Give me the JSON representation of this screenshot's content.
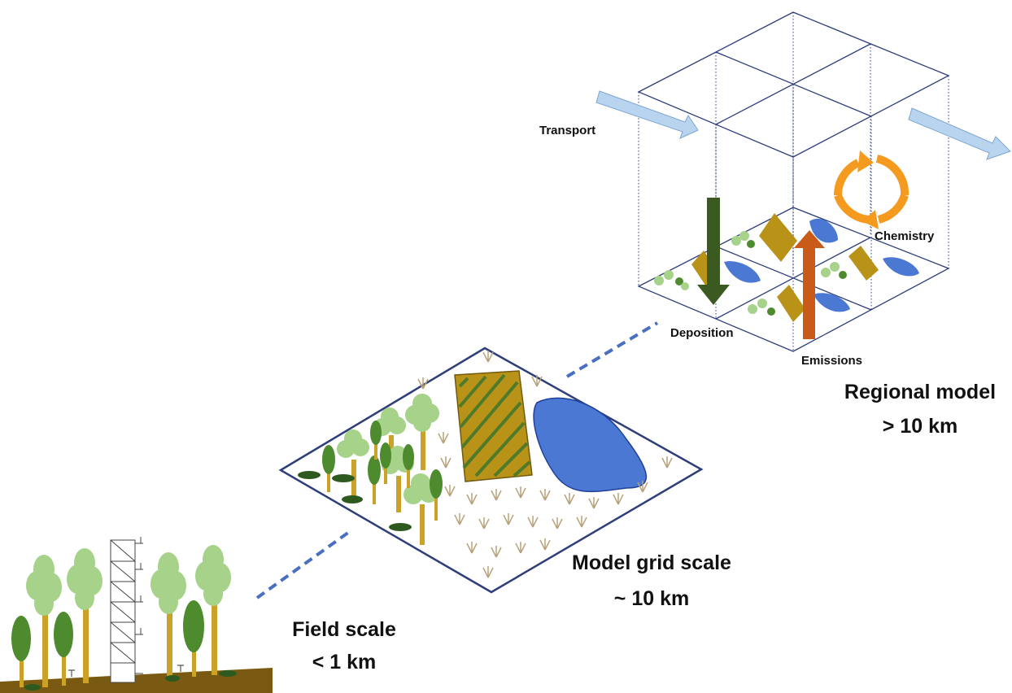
{
  "labels": {
    "transport": "Transport",
    "chemistry": "Chemistry",
    "deposition": "Deposition",
    "emissions": "Emissions",
    "regional_title": "Regional model",
    "regional_size": "> 10 km",
    "grid_title": "Model grid scale",
    "grid_size": "~ 10 km",
    "field_title": "Field scale",
    "field_size": "< 1 km"
  },
  "colors": {
    "grid_line": "#2e3e7a",
    "dash": "#4a6fc2",
    "transport_arrow": "#b9d4ee",
    "chemistry_arrow": "#f39a1f",
    "deposition_arrow": "#3b5a22",
    "emission_arrow": "#c95a17",
    "lake": "#4a78d2",
    "field": "#b99318",
    "field_stripe": "#4f7a2a",
    "tree_light": "#a6d28a",
    "tree_dark": "#4e8a2e",
    "trunk": "#c9a227",
    "soil": "#7a5a12",
    "grass": "#b8a27a"
  }
}
